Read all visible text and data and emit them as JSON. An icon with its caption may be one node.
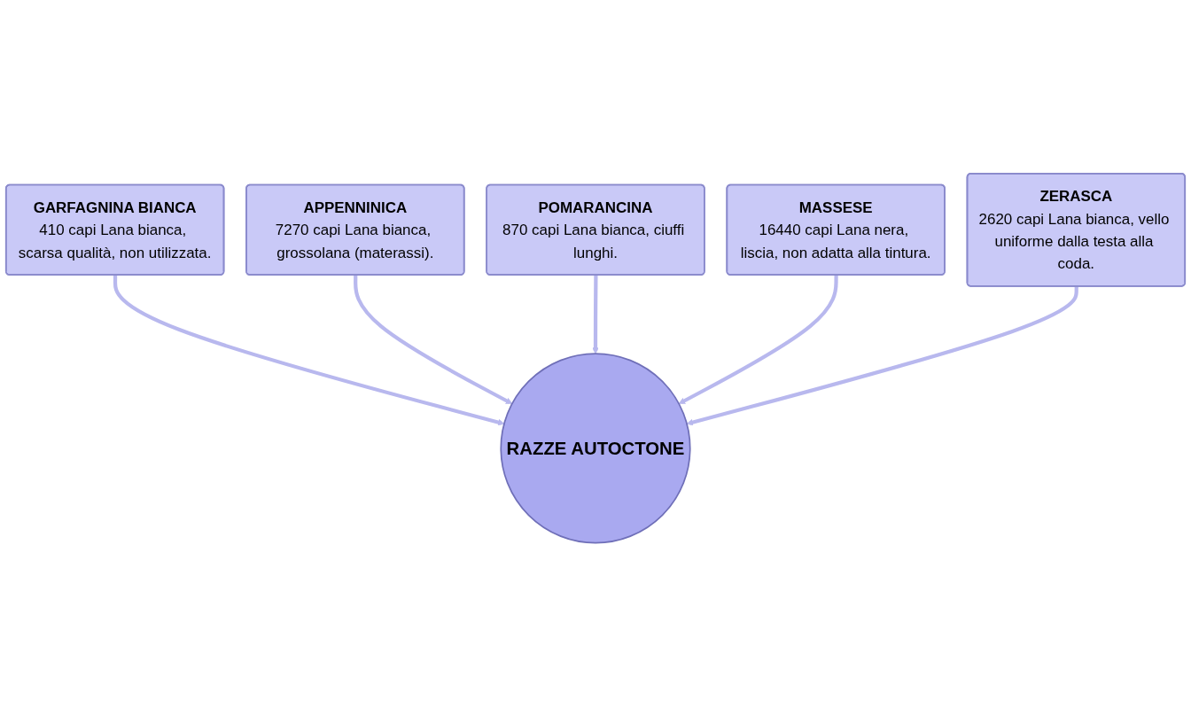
{
  "diagram": {
    "nodes": [
      {
        "text": [
          "GARFAGNINA BIANCA",
          "410 capi Lana bianca, scarsa qualità, non utilizzata."
        ]
      },
      {
        "text": [
          "APPENNINICA",
          "7270 capi Lana bianca, grossolana (materassi)."
        ]
      },
      {
        "text": [
          "POMARANCINA",
          "870 capi Lana bianca, ciuffi lunghi."
        ]
      },
      {
        "text": [
          "MASSESE",
          "16440 capi Lana nera, liscia, non adatta alla tintura."
        ]
      },
      {
        "text": [
          "RAZZE AUTOCTONE"
        ]
      },
      {
        "text": [
          "ZERASCA",
          "2620 capi Lana bianca, vello uniforme dalla testa alla coda."
        ]
      }
    ],
    "edges": [
      {
        "from": 0,
        "to": 4,
        "arrow": "to"
      },
      {
        "from": 1,
        "to": 4,
        "arrow": "to"
      },
      {
        "from": 2,
        "to": 4,
        "arrow": "to"
      },
      {
        "from": 3,
        "to": 4,
        "arrow": "to"
      },
      {
        "from": 5,
        "to": 4,
        "arrow": "to"
      }
    ]
  }
}
